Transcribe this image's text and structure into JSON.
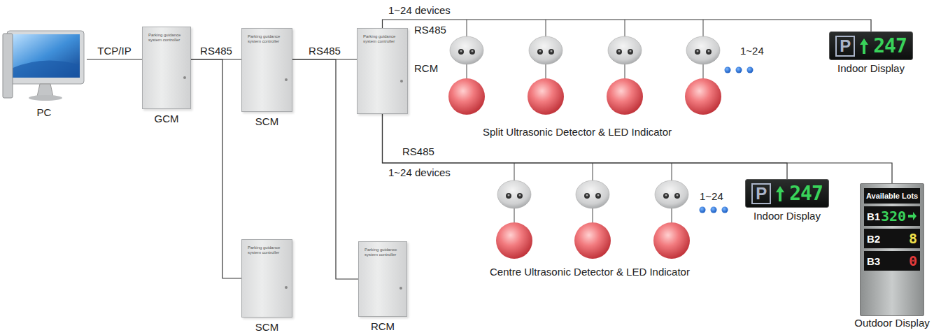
{
  "diagram": {
    "nodes": [
      {
        "text": [
          "PC"
        ]
      },
      {
        "text": [
          "Parking guidance system controller",
          "GCM"
        ]
      },
      {
        "text": [
          "Parking guidance system controller",
          "SCM"
        ]
      },
      {
        "text": [
          "Parking guidance system controller",
          "SCM"
        ]
      },
      {
        "text": [
          "Parking guidance system controller",
          "RCM"
        ]
      },
      {
        "text": [
          "Parking guidance system controller",
          "RCM"
        ]
      },
      {
        "text": [
          "P",
          "247",
          "Indoor Display"
        ]
      },
      {
        "text": [
          "P",
          "247",
          "Indoor Display"
        ]
      },
      {
        "text": [
          "Available Lots",
          "B1",
          "320",
          "B2",
          "8",
          "B3",
          "0",
          "Outdoor Display"
        ]
      }
    ],
    "edges": [
      {
        "from": 0,
        "to": 1,
        "arrow": "none",
        "label": "TCP/IP"
      },
      {
        "from": 1,
        "to": 2,
        "arrow": "none",
        "label": "RS485"
      },
      {
        "from": 1,
        "to": 3,
        "arrow": "none"
      },
      {
        "from": 2,
        "to": 4,
        "arrow": "none",
        "label": "RS485"
      },
      {
        "from": 2,
        "to": 5,
        "arrow": "none"
      },
      {
        "from": 4,
        "to": 6,
        "arrow": "none"
      },
      {
        "from": 4,
        "to": 7,
        "arrow": "none"
      },
      {
        "from": 4,
        "to": 8,
        "arrow": "none"
      }
    ],
    "labels": [
      "1~24 devices",
      "RS485",
      "1~24",
      "Split Ultrasonic Detector & LED Indicator",
      "RS485",
      "1~24 devices",
      "1~24",
      "Centre Ultrasonic Detector & LED Indicator"
    ]
  }
}
